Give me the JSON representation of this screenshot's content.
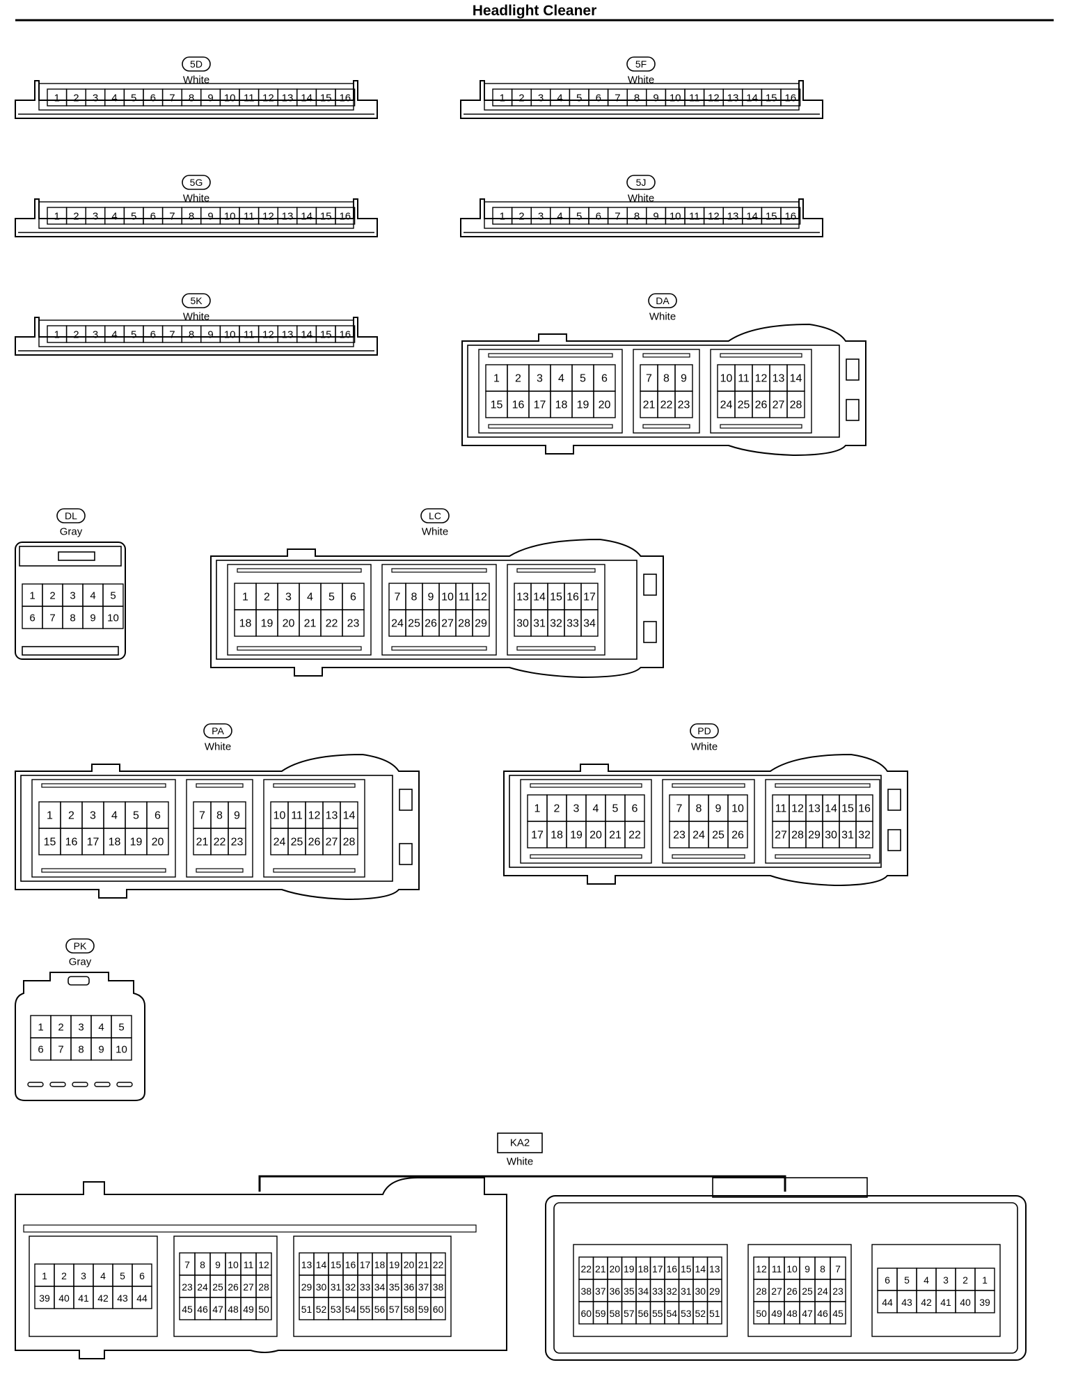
{
  "title": "Headlight Cleaner",
  "connectors": [
    {
      "id": "5D",
      "color": "White",
      "style": "strip",
      "pins": [
        [
          "1",
          "2",
          "3",
          "4",
          "5",
          "6",
          "7",
          "8",
          "9",
          "10",
          "11",
          "12",
          "13",
          "14",
          "15",
          "16"
        ]
      ]
    },
    {
      "id": "5F",
      "color": "White",
      "style": "strip",
      "pins": [
        [
          "1",
          "2",
          "3",
          "4",
          "5",
          "6",
          "7",
          "8",
          "9",
          "10",
          "11",
          "12",
          "13",
          "14",
          "15",
          "16"
        ]
      ]
    },
    {
      "id": "5G",
      "color": "White",
      "style": "strip",
      "pins": [
        [
          "1",
          "2",
          "3",
          "4",
          "5",
          "6",
          "7",
          "8",
          "9",
          "10",
          "11",
          "12",
          "13",
          "14",
          "15",
          "16"
        ]
      ]
    },
    {
      "id": "5J",
      "color": "White",
      "style": "strip",
      "pins": [
        [
          "1",
          "2",
          "3",
          "4",
          "5",
          "6",
          "7",
          "8",
          "9",
          "10",
          "11",
          "12",
          "13",
          "14",
          "15",
          "16"
        ]
      ]
    },
    {
      "id": "5K",
      "color": "White",
      "style": "strip",
      "pins": [
        [
          "1",
          "2",
          "3",
          "4",
          "5",
          "6",
          "7",
          "8",
          "9",
          "10",
          "11",
          "12",
          "13",
          "14",
          "15",
          "16"
        ]
      ]
    },
    {
      "id": "DA",
      "color": "White",
      "style": "block",
      "blocks": [
        [
          [
            "1",
            "2",
            "3",
            "4",
            "5",
            "6"
          ],
          [
            "15",
            "16",
            "17",
            "18",
            "19",
            "20"
          ]
        ],
        [
          [
            "7",
            "8",
            "9"
          ],
          [
            "21",
            "22",
            "23"
          ]
        ],
        [
          [
            "10",
            "11",
            "12",
            "13",
            "14"
          ],
          [
            "24",
            "25",
            "26",
            "27",
            "28"
          ]
        ]
      ]
    },
    {
      "id": "DL",
      "color": "Gray",
      "style": "small",
      "pins": [
        [
          "1",
          "2",
          "3",
          "4",
          "5"
        ],
        [
          "6",
          "7",
          "8",
          "9",
          "10"
        ]
      ]
    },
    {
      "id": "LC",
      "color": "White",
      "style": "block",
      "blocks": [
        [
          [
            "1",
            "2",
            "3",
            "4",
            "5",
            "6"
          ],
          [
            "18",
            "19",
            "20",
            "21",
            "22",
            "23"
          ]
        ],
        [
          [
            "7",
            "8",
            "9",
            "10",
            "11",
            "12"
          ],
          [
            "24",
            "25",
            "26",
            "27",
            "28",
            "29"
          ]
        ],
        [
          [
            "13",
            "14",
            "15",
            "16",
            "17"
          ],
          [
            "30",
            "31",
            "32",
            "33",
            "34"
          ]
        ]
      ]
    },
    {
      "id": "PA",
      "color": "White",
      "style": "block",
      "blocks": [
        [
          [
            "1",
            "2",
            "3",
            "4",
            "5",
            "6"
          ],
          [
            "15",
            "16",
            "17",
            "18",
            "19",
            "20"
          ]
        ],
        [
          [
            "7",
            "8",
            "9"
          ],
          [
            "21",
            "22",
            "23"
          ]
        ],
        [
          [
            "10",
            "11",
            "12",
            "13",
            "14"
          ],
          [
            "24",
            "25",
            "26",
            "27",
            "28"
          ]
        ]
      ]
    },
    {
      "id": "PD",
      "color": "White",
      "style": "block",
      "blocks": [
        [
          [
            "1",
            "2",
            "3",
            "4",
            "5",
            "6"
          ],
          [
            "17",
            "18",
            "19",
            "20",
            "21",
            "22"
          ]
        ],
        [
          [
            "7",
            "8",
            "9",
            "10"
          ],
          [
            "23",
            "24",
            "25",
            "26"
          ]
        ],
        [
          [
            "11",
            "12",
            "13",
            "14",
            "15",
            "16"
          ],
          [
            "27",
            "28",
            "29",
            "30",
            "31",
            "32"
          ]
        ]
      ]
    },
    {
      "id": "PK",
      "color": "Gray",
      "style": "small",
      "pins": [
        [
          "1",
          "2",
          "3",
          "4",
          "5"
        ],
        [
          "6",
          "7",
          "8",
          "9",
          "10"
        ]
      ]
    }
  ],
  "ka2": {
    "id": "KA2",
    "color": "White",
    "left": {
      "blocks": [
        [
          [
            "1",
            "2",
            "3",
            "4",
            "5",
            "6"
          ],
          [
            "39",
            "40",
            "41",
            "42",
            "43",
            "44"
          ]
        ],
        [
          [
            "7",
            "8",
            "9",
            "10",
            "11",
            "12"
          ],
          [
            "23",
            "24",
            "25",
            "26",
            "27",
            "28"
          ],
          [
            "45",
            "46",
            "47",
            "48",
            "49",
            "50"
          ]
        ],
        [
          [
            "13",
            "14",
            "15",
            "16",
            "17",
            "18",
            "19",
            "20",
            "21",
            "22"
          ],
          [
            "29",
            "30",
            "31",
            "32",
            "33",
            "34",
            "35",
            "36",
            "37",
            "38"
          ],
          [
            "51",
            "52",
            "53",
            "54",
            "55",
            "56",
            "57",
            "58",
            "59",
            "60"
          ]
        ]
      ]
    },
    "right": {
      "blocks": [
        [
          [
            "22",
            "21",
            "20",
            "19",
            "18",
            "17",
            "16",
            "15",
            "14",
            "13"
          ],
          [
            "38",
            "37",
            "36",
            "35",
            "34",
            "33",
            "32",
            "31",
            "30",
            "29"
          ],
          [
            "60",
            "59",
            "58",
            "57",
            "56",
            "55",
            "54",
            "53",
            "52",
            "51"
          ]
        ],
        [
          [
            "12",
            "11",
            "10",
            "9",
            "8",
            "7"
          ],
          [
            "28",
            "27",
            "26",
            "25",
            "24",
            "23"
          ],
          [
            "50",
            "49",
            "48",
            "47",
            "46",
            "45"
          ]
        ],
        [
          [
            "6",
            "5",
            "4",
            "3",
            "2",
            "1"
          ],
          [
            "44",
            "43",
            "42",
            "41",
            "40",
            "39"
          ]
        ]
      ]
    }
  }
}
